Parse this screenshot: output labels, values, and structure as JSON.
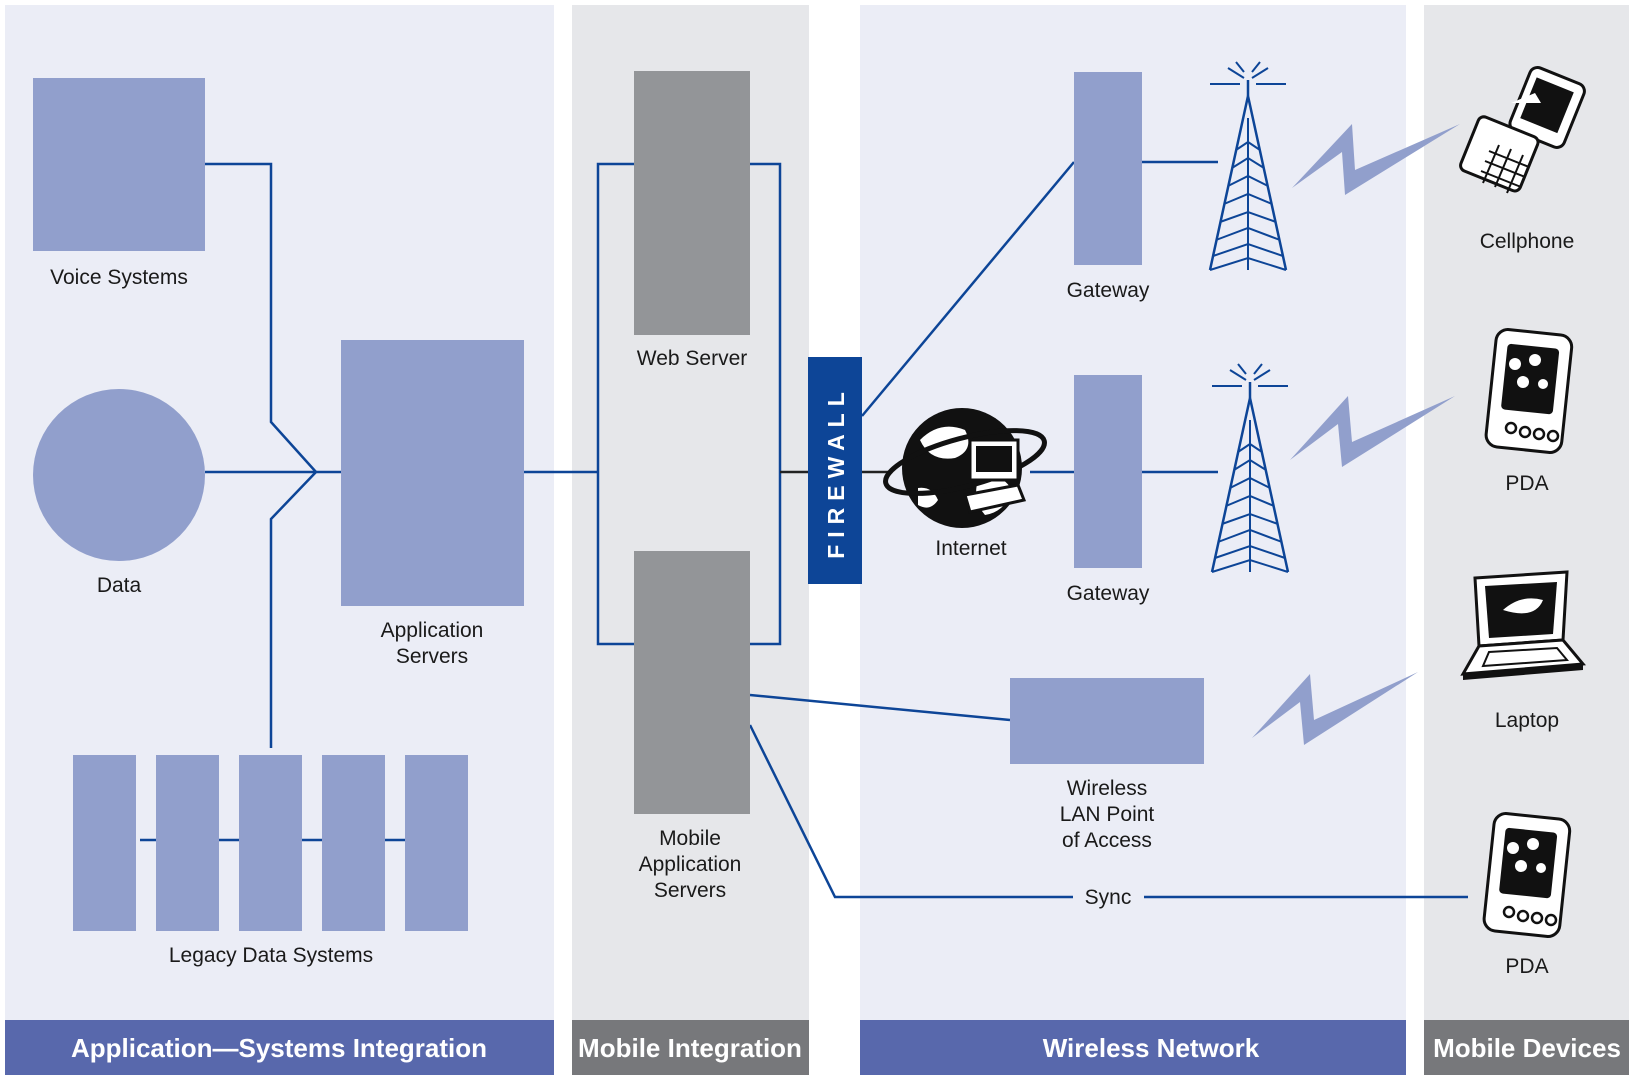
{
  "sections": {
    "app_integration": "Application—Systems Integration",
    "mobile_integration": "Mobile Integration",
    "wireless_network": "Wireless Network",
    "mobile_devices": "Mobile Devices"
  },
  "nodes": {
    "voice": "Voice Systems",
    "data": "Data",
    "app_servers_1": "Application",
    "app_servers_2": "Servers",
    "legacy": "Legacy Data Systems",
    "web_server": "Web Server",
    "mobile_app_1": "Mobile",
    "mobile_app_2": "Application",
    "mobile_app_3": "Servers",
    "firewall": "FIREWALL",
    "internet": "Internet",
    "gateway_top": "Gateway",
    "gateway_mid": "Gateway",
    "wlan_1": "Wireless",
    "wlan_2": "LAN Point",
    "wlan_3": "of Access",
    "sync": "Sync"
  },
  "devices": {
    "cellphone": "Cellphone",
    "pda_1": "PDA",
    "laptop": "Laptop",
    "pda_2": "PDA"
  },
  "colors": {
    "panel_light": "#ebedf6",
    "panel_gray": "#e6e7ea",
    "box_blue": "#919fcc",
    "box_gray": "#939598",
    "line_blue": "#0d4597",
    "header_blue": "#5868ac",
    "header_gray": "#77787b",
    "firewall": "#0d4597",
    "bolt": "#919fcc"
  }
}
